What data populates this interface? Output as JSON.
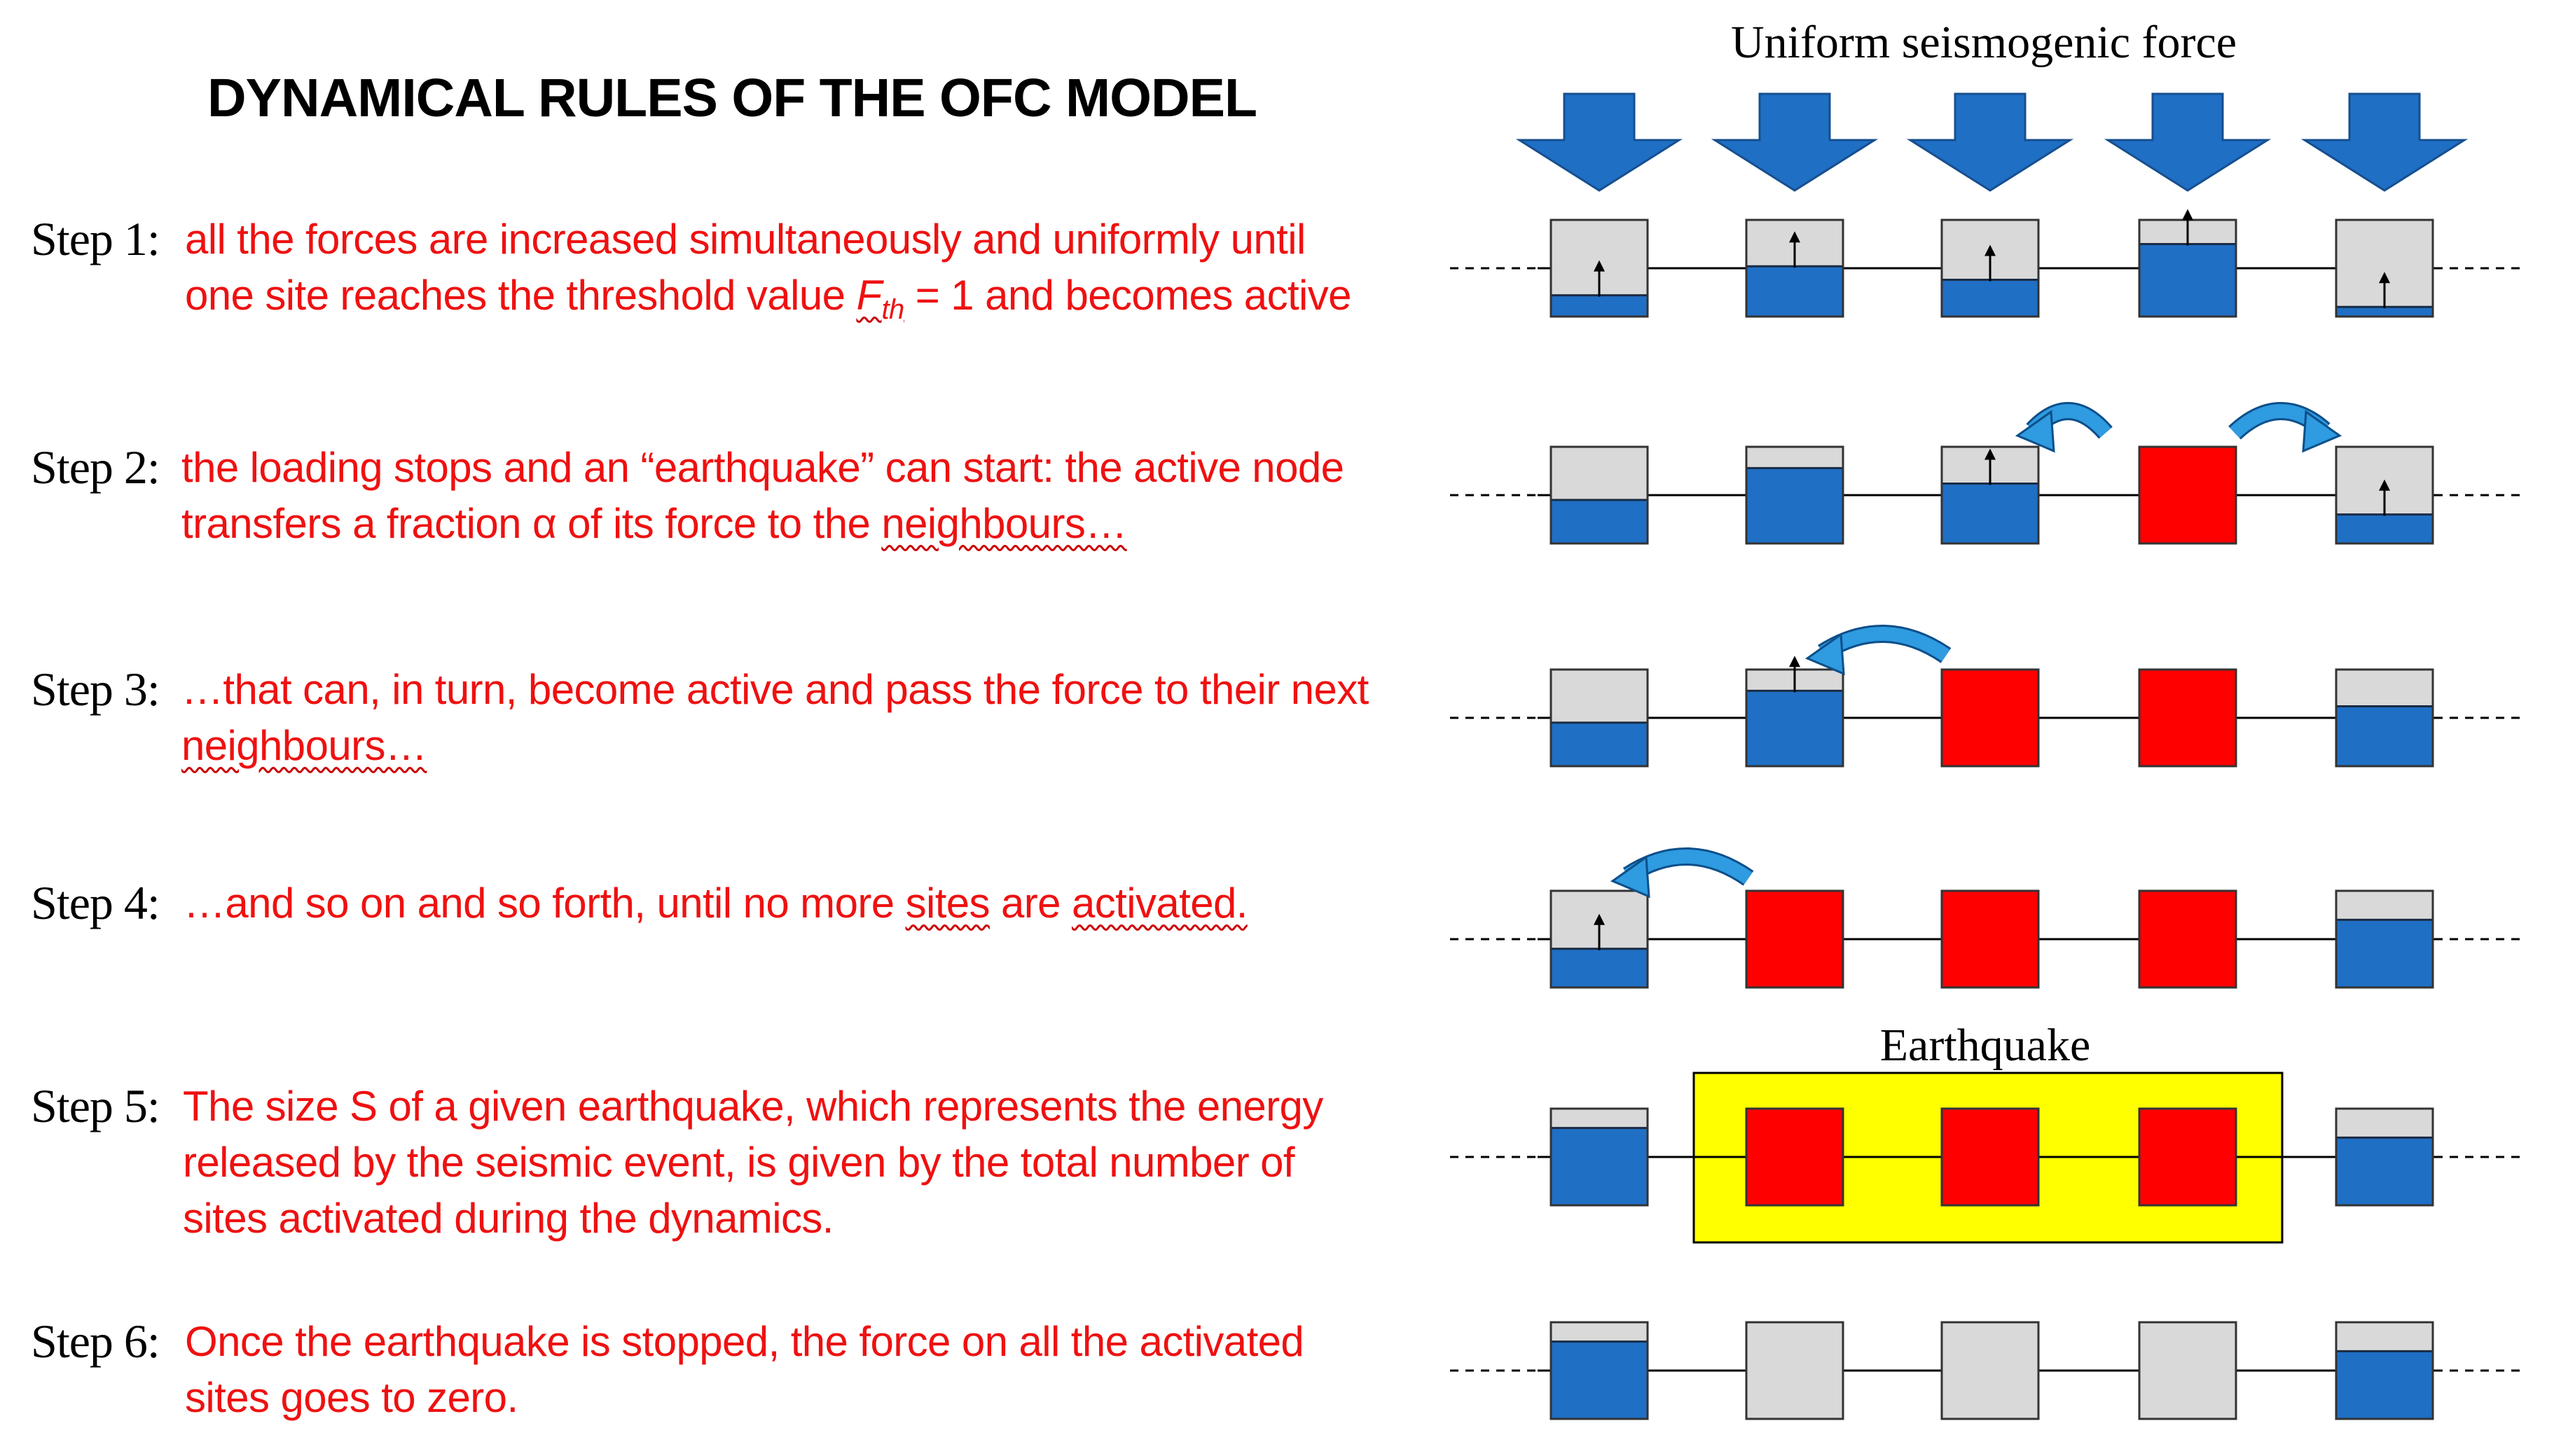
{
  "title": "DYNAMICAL RULES OF THE OFC MODEL",
  "diagram": {
    "top_label": "Uniform seismogenic force",
    "earthquake_label": "Earthquake"
  },
  "colors": {
    "fill_blue": "#1f6fc5",
    "empty_gray": "#d9d9d9",
    "active_red": "#ff0000",
    "arrow_blue": "#1f6fc5",
    "curl_blue": "#2f9be0",
    "earthquake_yellow": "#ffff00",
    "text_red": "#ee1111"
  },
  "steps": [
    {
      "label": "Step 1:",
      "line1": "all the forces are increased simultaneously and uniformly until",
      "line2_before": "one site reaches the threshold value ",
      "fth_base": "F",
      "fth_sub": "th",
      "line2_after": " = 1 and becomes active",
      "sites": [
        {
          "state": "partial",
          "fill": 0.22,
          "arrow": true
        },
        {
          "state": "partial",
          "fill": 0.52,
          "arrow": true
        },
        {
          "state": "partial",
          "fill": 0.38,
          "arrow": true
        },
        {
          "state": "partial",
          "fill": 0.75,
          "arrow": true
        },
        {
          "state": "partial",
          "fill": 0.1,
          "arrow": true
        }
      ]
    },
    {
      "label": "Step 2:",
      "line1": "the loading stops and an “earthquake” can start: the active node",
      "line2_before": "transfers a fraction α of its force to the ",
      "line2_squig": "neighbours…",
      "sites": [
        {
          "state": "partial",
          "fill": 0.45,
          "arrow": false
        },
        {
          "state": "partial",
          "fill": 0.78,
          "arrow": false
        },
        {
          "state": "partial",
          "fill": 0.62,
          "arrow": true
        },
        {
          "state": "active"
        },
        {
          "state": "partial",
          "fill": 0.3,
          "arrow": true
        }
      ]
    },
    {
      "label": "Step 3:",
      "line1": "…that can, in turn, become active and pass the force to their next",
      "line2_squig": "neighbours…",
      "sites": [
        {
          "state": "partial",
          "fill": 0.45,
          "arrow": false
        },
        {
          "state": "partial",
          "fill": 0.78,
          "arrow": true
        },
        {
          "state": "active"
        },
        {
          "state": "active"
        },
        {
          "state": "partial",
          "fill": 0.62,
          "arrow": false
        }
      ]
    },
    {
      "label": "Step 4:",
      "line1_before": "…and so on and so forth, until no more ",
      "line1_squig1": "sites",
      "line1_mid": " are ",
      "line1_squig2": "activated.",
      "sites": [
        {
          "state": "partial",
          "fill": 0.4,
          "arrow": true
        },
        {
          "state": "active"
        },
        {
          "state": "active"
        },
        {
          "state": "active"
        },
        {
          "state": "partial",
          "fill": 0.7,
          "arrow": false
        }
      ]
    },
    {
      "label": "Step 5:",
      "line1": "The size S of a given earthquake, which represents the energy",
      "line2": "released by the seismic event, is given by the total number of",
      "line3": "sites activated during the dynamics.",
      "sites": [
        {
          "state": "partial",
          "fill": 0.8,
          "arrow": false
        },
        {
          "state": "active"
        },
        {
          "state": "active"
        },
        {
          "state": "active"
        },
        {
          "state": "partial",
          "fill": 0.7,
          "arrow": false
        }
      ]
    },
    {
      "label": "Step 6:",
      "line1": "Once the earthquake is stopped, the force on all the activated",
      "line2": "sites goes to zero.",
      "sites": [
        {
          "state": "partial",
          "fill": 0.8,
          "arrow": false
        },
        {
          "state": "empty"
        },
        {
          "state": "empty"
        },
        {
          "state": "empty"
        },
        {
          "state": "partial",
          "fill": 0.7,
          "arrow": false
        }
      ]
    }
  ]
}
